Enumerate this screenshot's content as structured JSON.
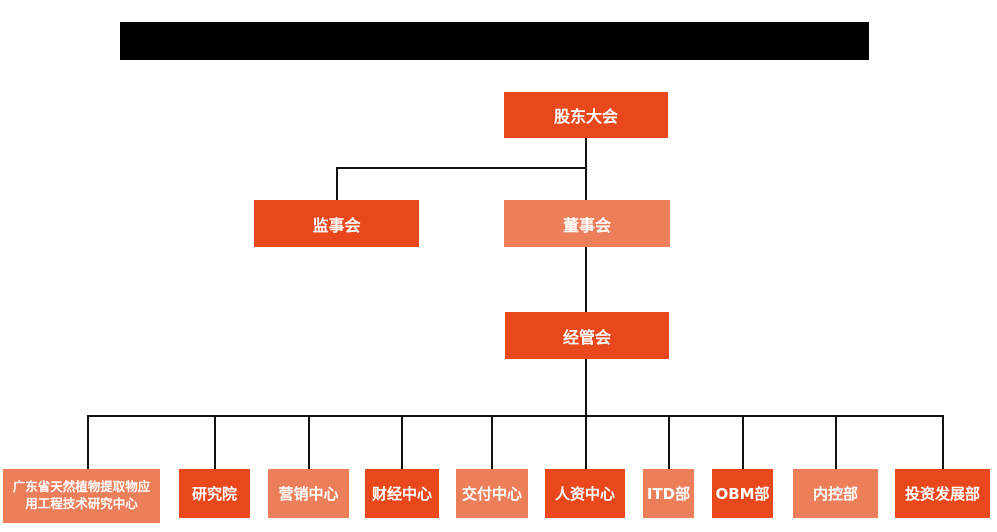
{
  "header": {
    "redacted_title_bar": true
  },
  "org": {
    "level1": {
      "label": "股东大会"
    },
    "level2": [
      {
        "label": "监事会"
      },
      {
        "label": "董事会"
      }
    ],
    "level3": {
      "label": "经管会"
    },
    "children": [
      {
        "label": "广东省天然植物提取物应用工程技术研究中心"
      },
      {
        "label": "研究院"
      },
      {
        "label": "营销中心"
      },
      {
        "label": "财经中心"
      },
      {
        "label": "交付中心"
      },
      {
        "label": "人资中心"
      },
      {
        "label": "ITD部"
      },
      {
        "label": "OBM部"
      },
      {
        "label": "内控部"
      },
      {
        "label": "投资发展部"
      }
    ],
    "colors": {
      "box_primary": "#e8481c",
      "box_secondary": "#ed7e5a",
      "connector_line": "#111111",
      "redaction_bar": "#000000",
      "box_text": "#ffffff"
    }
  }
}
